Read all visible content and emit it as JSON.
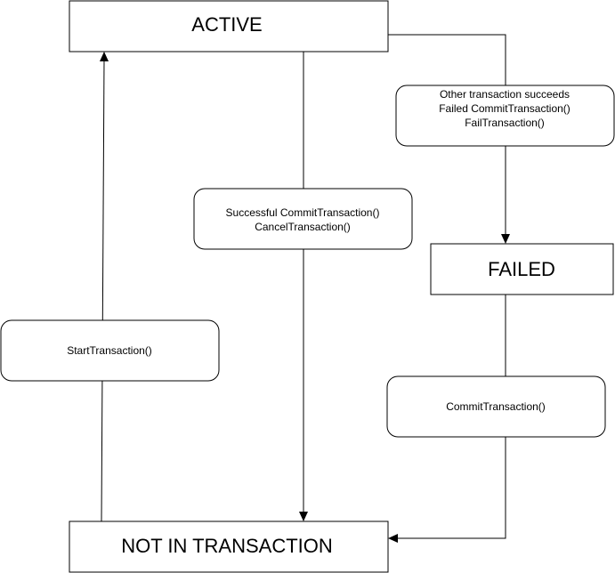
{
  "states": {
    "active": "ACTIVE",
    "failed": "FAILED",
    "not_in_transaction": "NOT IN TRANSACTION"
  },
  "transitions": {
    "active_to_failed": [
      "Other transaction succeeds",
      "Failed CommitTransaction()",
      "FailTransaction()"
    ],
    "active_to_not_in_transaction": [
      "Successful CommitTransaction()",
      "CancelTransaction()"
    ],
    "not_in_transaction_to_active": [
      "StartTransaction()"
    ],
    "failed_to_not_in_transaction": [
      "CommitTransaction()"
    ]
  },
  "colors": {
    "stroke": "#000000",
    "background": "#ffffff"
  }
}
